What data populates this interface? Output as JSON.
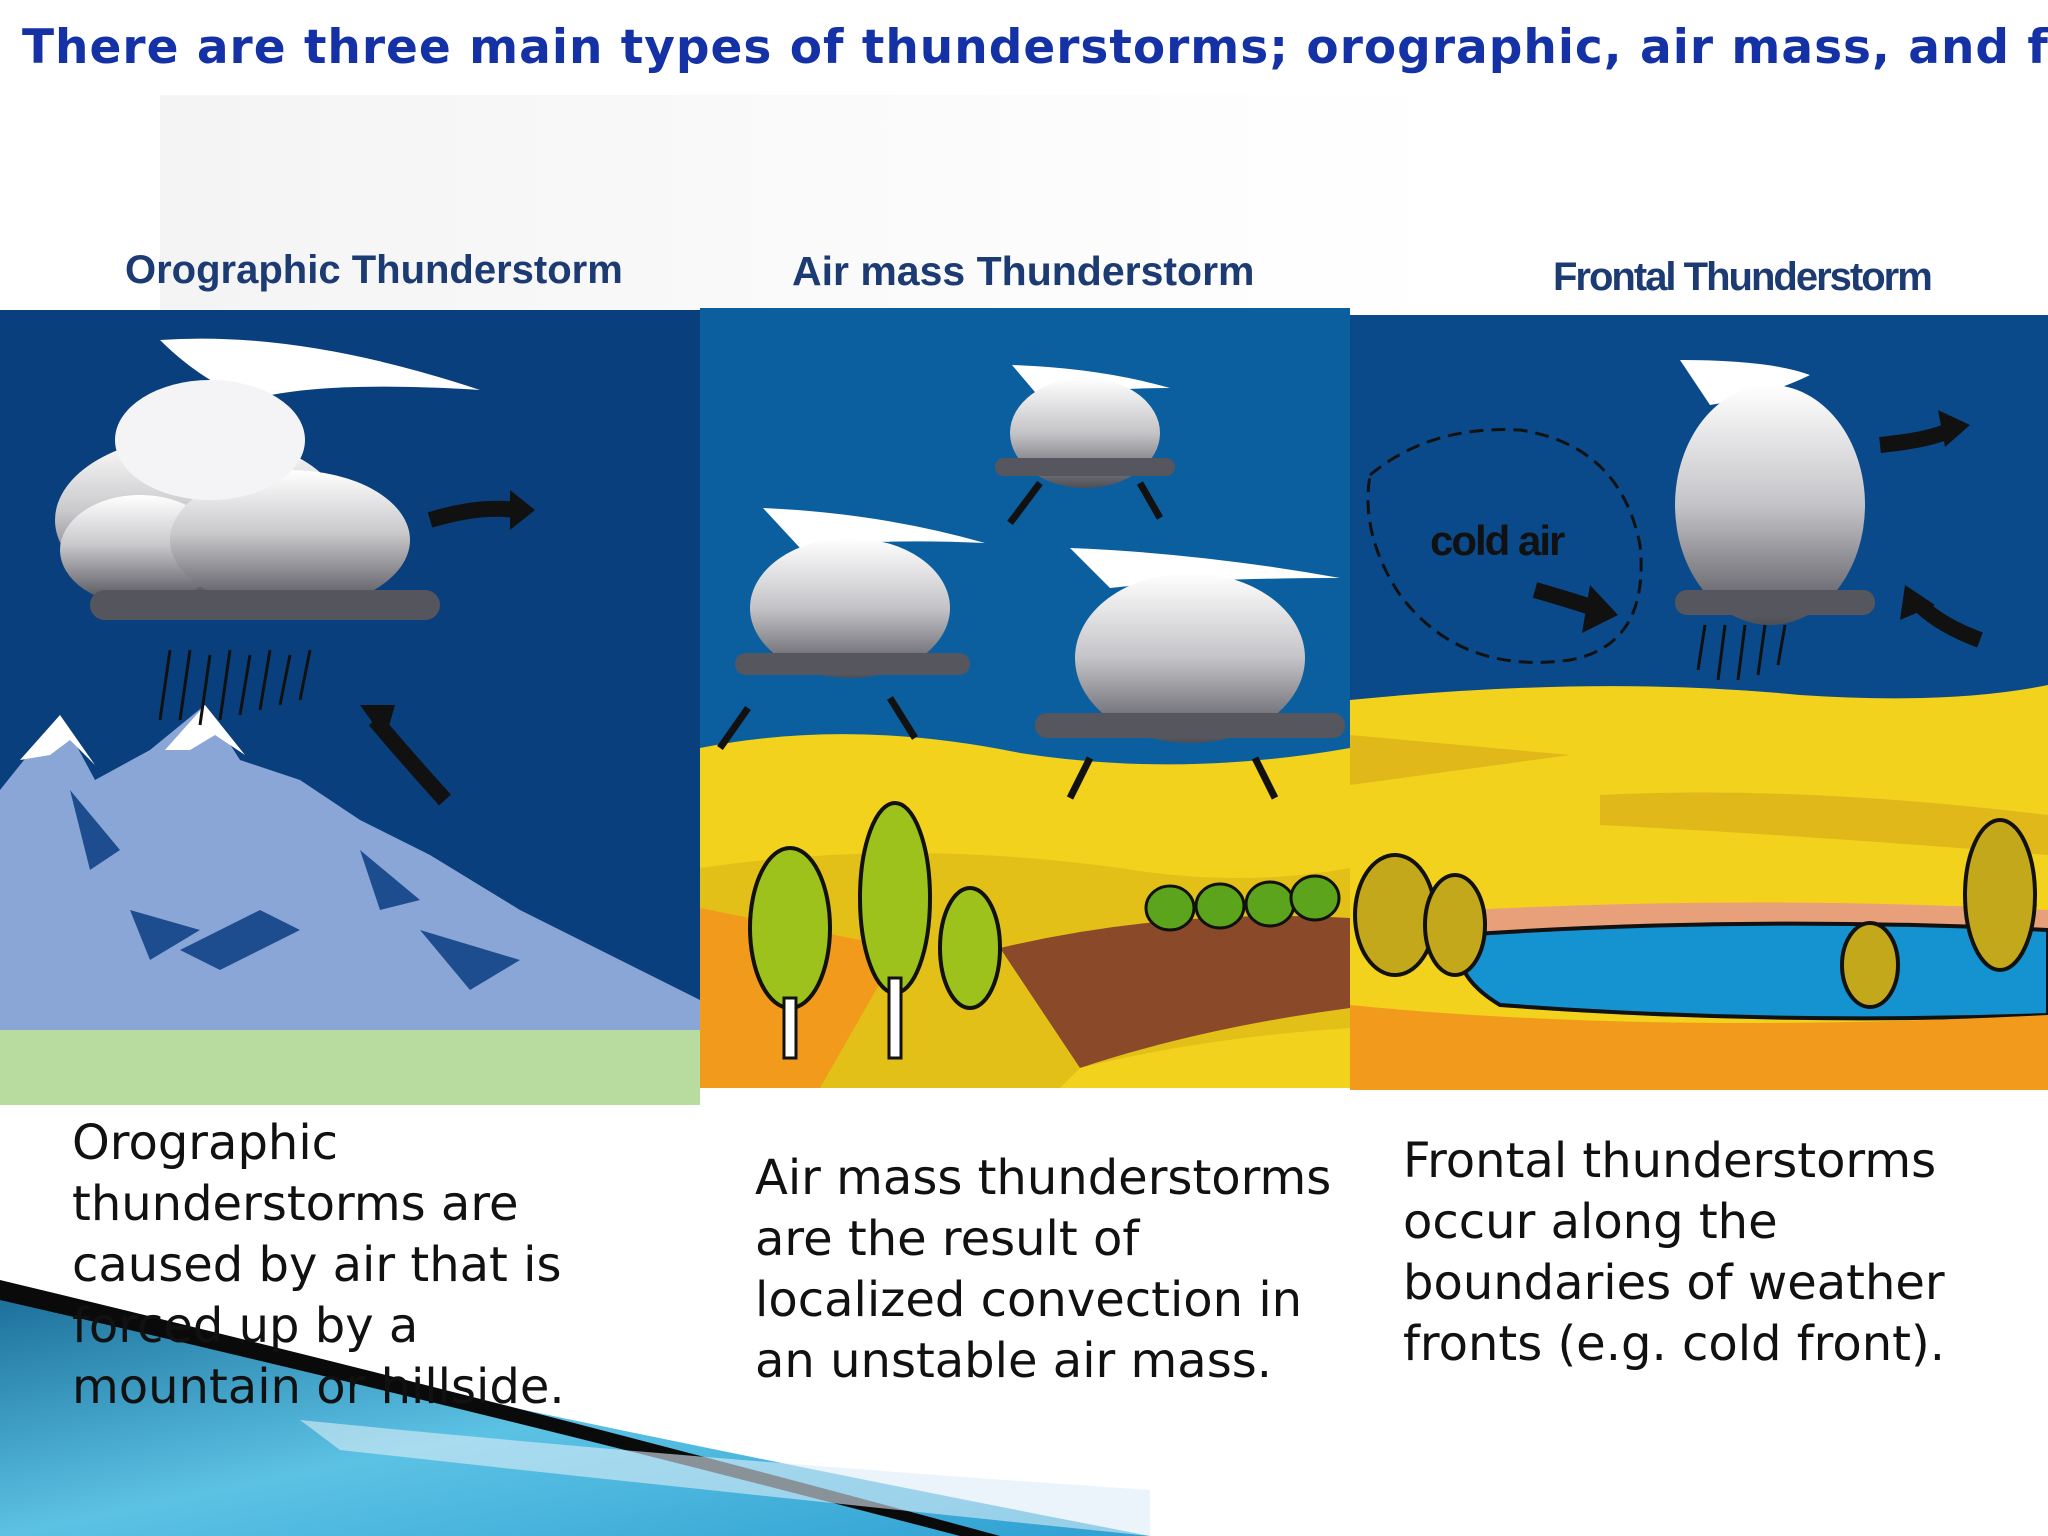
{
  "heading": "There are three main types of thunderstorms; orographic, air mass, and frontal.",
  "panels": {
    "orographic": {
      "title": "Orographic Thunderstorm",
      "caption": "Orographic thunderstorms are caused by air that is forced up by a mountain or hillside."
    },
    "airmass": {
      "title": "Air mass Thunderstorm",
      "caption": "Air mass thunderstorms are the result of localized convection in an unstable air mass."
    },
    "frontal": {
      "title": "Frontal Thunderstorm",
      "label_cold_air": "cold air",
      "caption": "Frontal thunderstorms occur along the boundaries of weather fronts (e.g. cold front)."
    }
  },
  "colors": {
    "heading": "#1531a6",
    "panel_title": "#1c3b73",
    "sky_dark": "#0a3f7e",
    "sky_air_mass": "#0c5f9e",
    "mountain": "#8aa6d6",
    "field_yellow": "#f2d21c",
    "lake_blue": "#1592d0",
    "swoosh_blue": "#2ea0d2"
  }
}
